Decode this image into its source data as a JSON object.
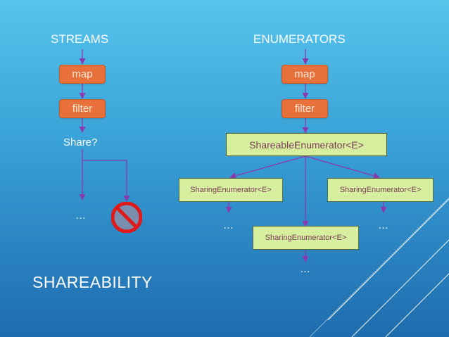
{
  "streams": {
    "heading": "STREAMS",
    "map_label": "map",
    "filter_label": "filter",
    "share_question": "Share?",
    "ellipsis": "…"
  },
  "enumerators": {
    "heading": "ENUMERATORS",
    "map_label": "map",
    "filter_label": "filter",
    "shareable_label": "ShareableEnumerator<E>",
    "sharing_left_label": "SharingEnumerator<E>",
    "sharing_right_label": "SharingEnumerator<E>",
    "sharing_center_label": "SharingEnumerator<E>",
    "ellipsis_left": "…",
    "ellipsis_right": "…",
    "ellipsis_center": "…"
  },
  "slide_title": "SHAREABILITY",
  "icons": {
    "prohibited": "prohibited-icon"
  },
  "colors": {
    "background_top": "#57c4ec",
    "background_bottom": "#1f6cae",
    "orange_box": "#e8703a",
    "green_box": "#d6ef9f",
    "connector": "#8a3ab0",
    "prohibited_red": "#e01a1a"
  }
}
